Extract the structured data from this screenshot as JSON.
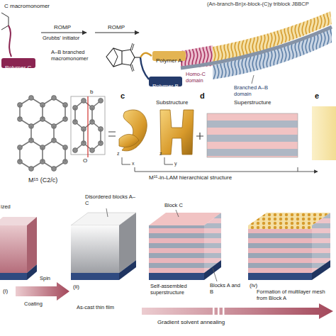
{
  "diagram": {
    "nodes": [
      {
        "text": [
          "Polymer C"
        ]
      },
      {
        "text": [
          "Polymer A"
        ]
      },
      {
        "text": [
          "Polymer B"
        ]
      }
    ],
    "labels": [
      "C macromonomer",
      "ROMP",
      "Grubbs' initiator",
      "ROMP",
      "A–B branched macromonomer",
      "(An-branch-Bn)x-block-(C)y triblock JBBCP",
      "Homo-C domain",
      "Branched A–B domain",
      "b",
      "O",
      "M¹⁵ (C2/c)",
      "c",
      "Substructure",
      "z",
      "x",
      "z",
      "y",
      "d",
      "Superstructure",
      "e",
      "M¹⁵-in-LAM hierarchical structure",
      "ized",
      "(i)",
      "Spin",
      "Coating",
      "Disordered blocks A–C",
      "(ii)",
      "As-cast thin film",
      "Block C",
      "Self-assembled superstructure",
      "Blocks A and B",
      "Gradient solvent annealing",
      "(iv)",
      "Formation of multilayer mesh from Block A"
    ]
  }
}
